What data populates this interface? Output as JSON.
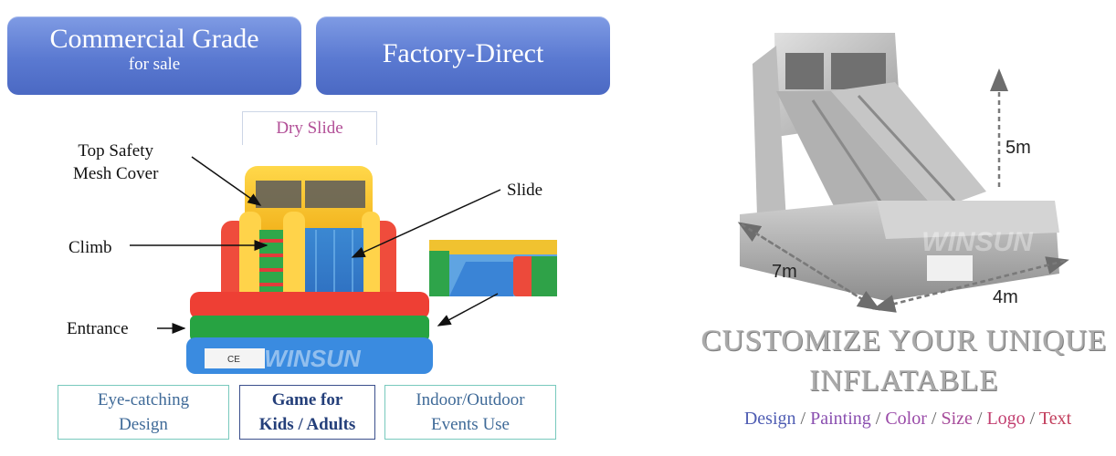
{
  "header": {
    "badge1_main": "Commercial Grade",
    "badge1_sub": "for sale",
    "badge2_main": "Factory-Direct"
  },
  "product": {
    "title": "Dry Slide",
    "brand": "WINSUN",
    "cert": "CE"
  },
  "callouts": {
    "top_line1": "Top Safety",
    "top_line2": "Mesh Cover",
    "slide": "Slide",
    "climb": "Climb",
    "entrance": "Entrance"
  },
  "features": [
    {
      "line1": "Eye-catching",
      "line2": "Design",
      "color": "#3f6a98",
      "border": "#78c9bd"
    },
    {
      "line1": "Game for",
      "line2": "Kids / Adults",
      "color": "#243f7a",
      "border": "#3b4f8c"
    },
    {
      "line1": "Indoor/Outdoor",
      "line2": "Events Use",
      "color": "#3f6a98",
      "border": "#78c9bd"
    }
  ],
  "dimensions": {
    "height": "5m",
    "length": "7m",
    "width": "4m"
  },
  "customize": {
    "line1": "CUSTOMIZE YOUR UNIQUE",
    "line2": "INFLATABLE",
    "tags": [
      {
        "label": "Design",
        "color": "#4f5db3"
      },
      {
        "label": "Painting",
        "color": "#8a4fb0"
      },
      {
        "label": "Color",
        "color": "#9a4aa8"
      },
      {
        "label": "Size",
        "color": "#a64a9a"
      },
      {
        "label": "Logo",
        "color": "#c23f70"
      },
      {
        "label": "Text",
        "color": "#c23e5c"
      }
    ],
    "separator": "/"
  }
}
